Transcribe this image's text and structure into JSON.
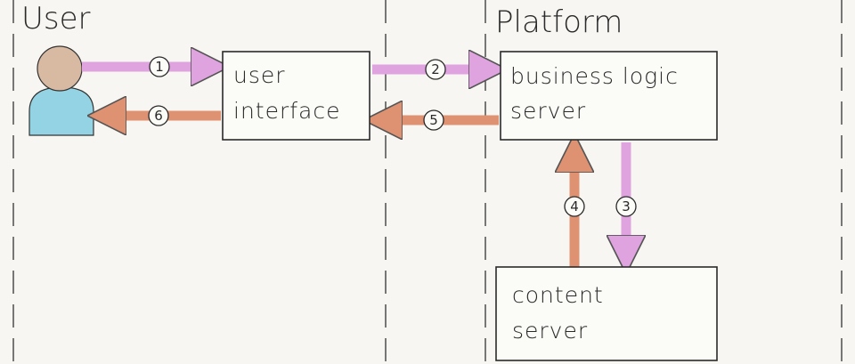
{
  "lanes": {
    "user": "User",
    "platform": "Platform"
  },
  "boxes": {
    "user_interface": [
      "user",
      "interface"
    ],
    "business_logic_server": [
      "business logic",
      "server"
    ],
    "content_server": [
      "content",
      "server"
    ]
  },
  "steps": [
    "1",
    "2",
    "3",
    "4",
    "5",
    "6"
  ],
  "colors": {
    "request_arrow": "#dfa3e0",
    "response_arrow": "#df9272",
    "user_head": "#d8b9a2",
    "user_body": "#93d3e3",
    "paper": "#f7f6f2"
  }
}
